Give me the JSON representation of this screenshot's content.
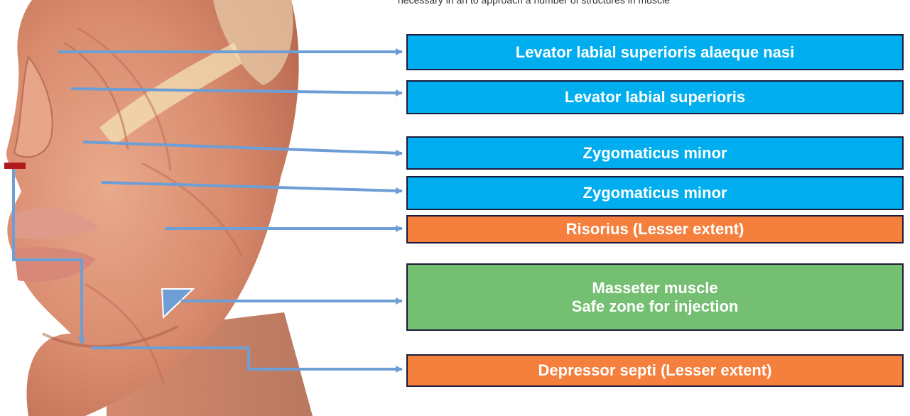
{
  "header_cutoff_text": "necessary in an to approach a number of structures in muscle",
  "colors": {
    "blue_box": "#00aeef",
    "orange_box": "#f5803e",
    "green_box": "#74bf72",
    "box_border": "#1c1c3c",
    "arrow": "#6d9fd6",
    "marker": "#b01c1c"
  },
  "labels": [
    {
      "text": "Levator labial superioris alaeque nasi",
      "color": "blue"
    },
    {
      "text": "Levator labial superioris",
      "color": "blue"
    },
    {
      "text": "Zygomaticus minor",
      "color": "blue"
    },
    {
      "text": "Zygomaticus minor",
      "color": "blue"
    },
    {
      "text": "Risorius (Lesser extent)",
      "color": "orange"
    },
    {
      "text": "Masseter muscle\nSafe zone for injection",
      "color": "green"
    },
    {
      "text": "Depressor septi (Lesser extent)",
      "color": "orange"
    }
  ]
}
